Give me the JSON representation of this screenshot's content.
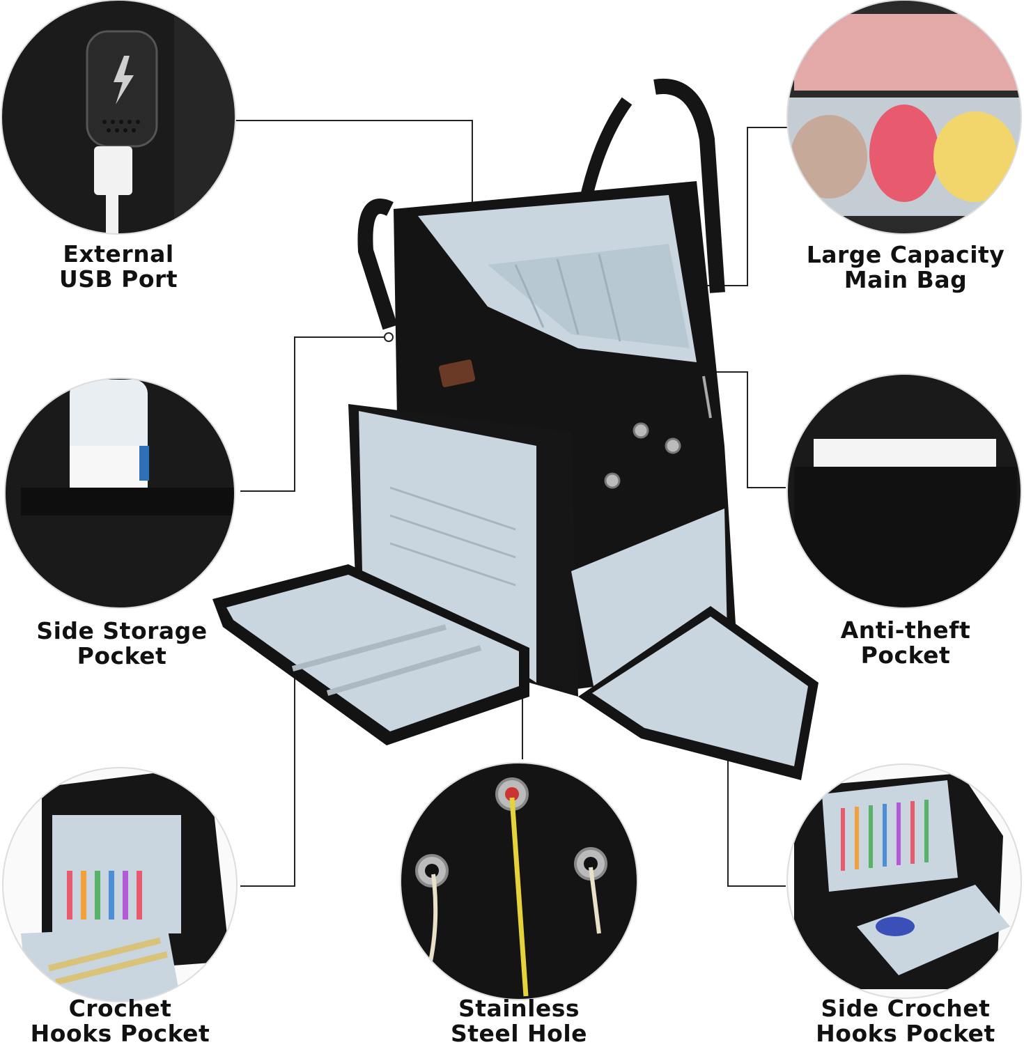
{
  "features": {
    "usb_port": {
      "line1": "External",
      "line2": "USB Port"
    },
    "main_bag": {
      "line1": "Large Capacity",
      "line2": "Main Bag"
    },
    "side_storage": {
      "line1": "Side Storage",
      "line2": "Pocket"
    },
    "anti_theft": {
      "line1": "Anti-theft",
      "line2": "Pocket"
    },
    "crochet_hooks": {
      "line1": "Crochet",
      "line2": "Hooks Pocket"
    },
    "steel_hole": {
      "line1": "Stainless",
      "line2": "Steel Hole"
    },
    "side_crochet_hooks": {
      "line1": "Side Crochet",
      "line2": "Hooks Pocket"
    }
  },
  "colors": {
    "bag_body": "#141414",
    "lining": "#c9d6df",
    "yarn_pink": "#e85a6e",
    "yarn_yellow": "#f2d66b",
    "yarn_beige": "#c7a99a"
  },
  "icons": {
    "usb": "lightning-bolt-icon"
  }
}
